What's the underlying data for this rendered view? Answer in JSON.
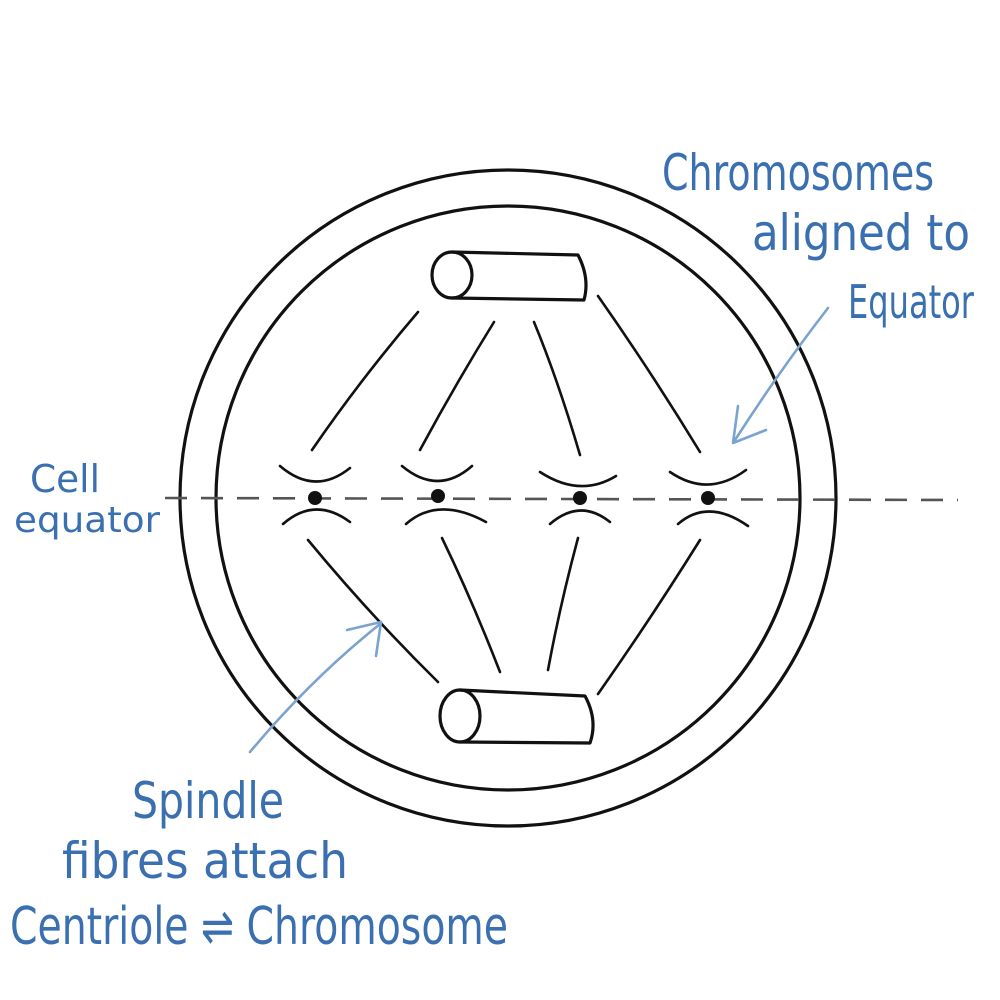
{
  "colors": {
    "ink": "#111111",
    "annotation": "#3a6fb0",
    "pointer": "#7ba3d0",
    "equator": "#555555"
  },
  "labels": {
    "chromosomes_line1": "Chromosomes",
    "chromosomes_line2": "aligned to",
    "chromosomes_line3": "Equator",
    "cell_equator_line1": "Cell",
    "cell_equator_line2": "equator",
    "spindle_line1": "Spindle",
    "spindle_line2": "fibres attach",
    "spindle_line3": "Centriole ⇌ Chromosome"
  },
  "chromosome_count": 4
}
